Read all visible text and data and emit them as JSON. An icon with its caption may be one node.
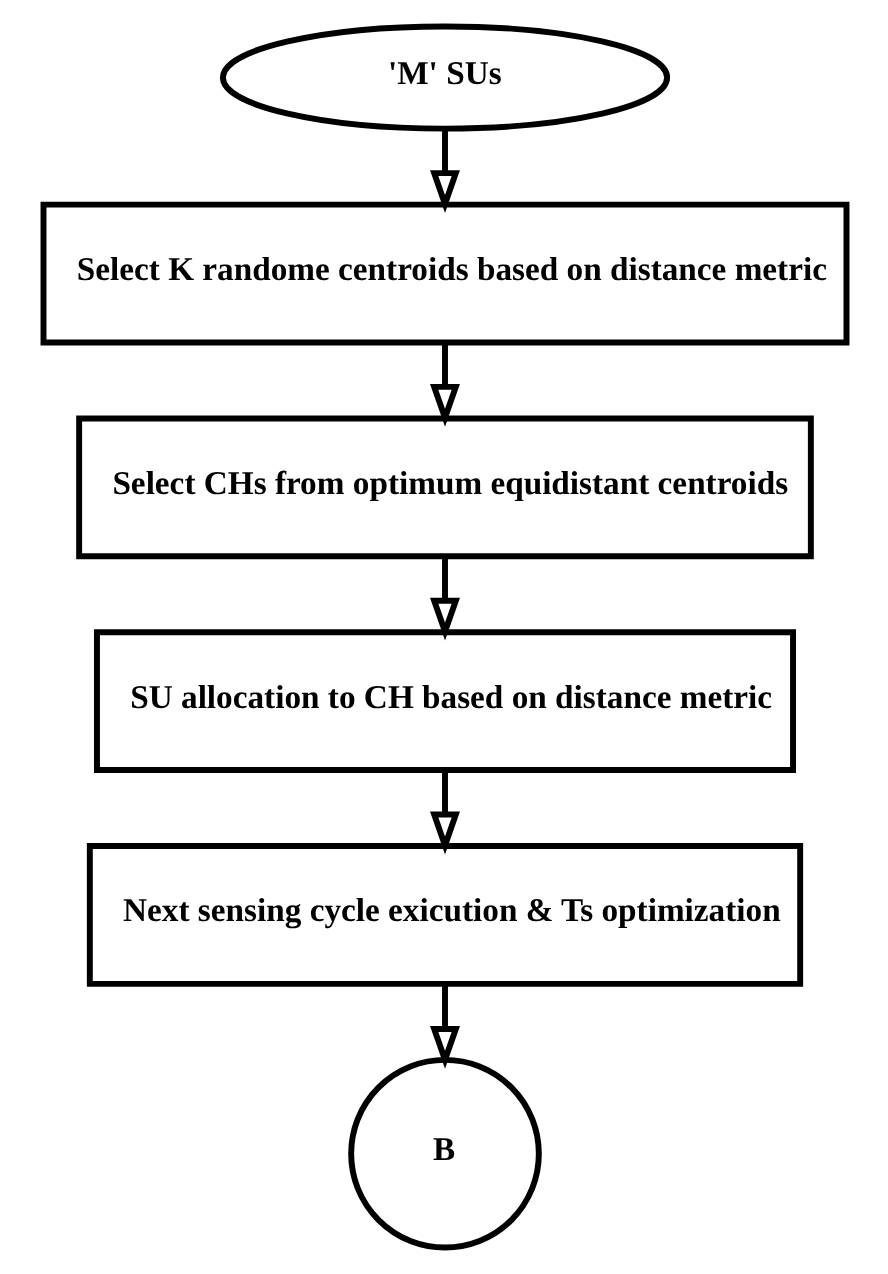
{
  "diagram": {
    "nodes": [
      {
        "text": [
          "'M' SUs"
        ]
      },
      {
        "text": [
          "Select K randome centroids based on distance metric"
        ]
      },
      {
        "text": [
          "Select CHs from optimum equidistant centroids"
        ]
      },
      {
        "text": [
          "SU allocation to CH based on distance metric"
        ]
      },
      {
        "text": [
          "Next sensing cycle exicution & Ts optimization"
        ]
      },
      {
        "text": [
          "B"
        ]
      }
    ],
    "edges": [
      {
        "from": 0,
        "to": 1,
        "arrow": "to"
      },
      {
        "from": 1,
        "to": 2,
        "arrow": "to"
      },
      {
        "from": 2,
        "to": 3,
        "arrow": "to"
      },
      {
        "from": 3,
        "to": 4,
        "arrow": "to"
      },
      {
        "from": 4,
        "to": 5,
        "arrow": "to"
      }
    ]
  }
}
